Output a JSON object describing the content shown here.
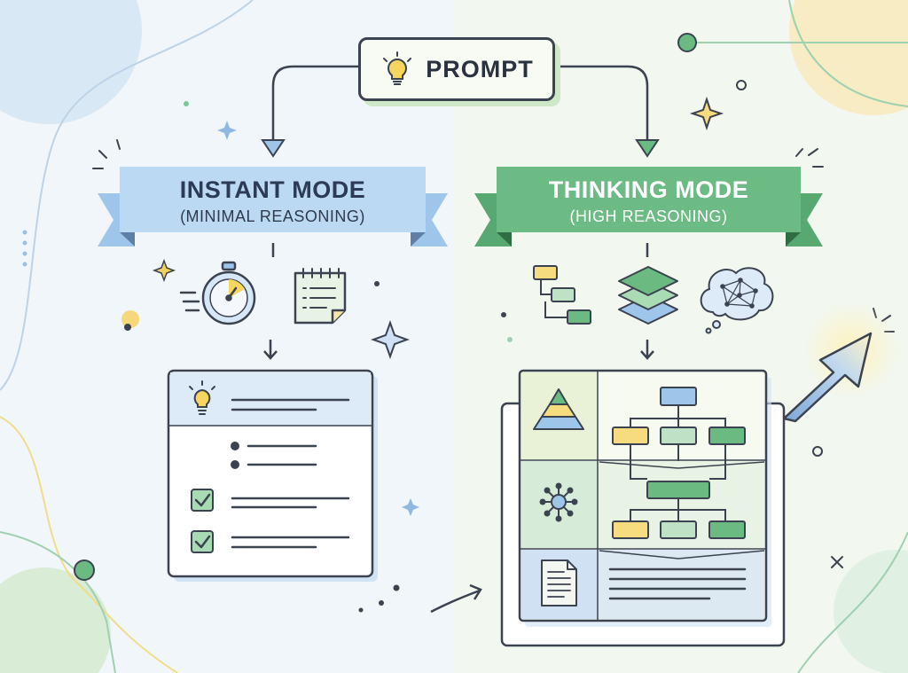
{
  "prompt": {
    "label": "PROMPT",
    "icon": "lightbulb-icon"
  },
  "instant": {
    "title": "INSTANT MODE",
    "subtitle": "(MINIMAL REASONING)",
    "icons": [
      "stopwatch-icon",
      "notepad-icon"
    ],
    "card_icons": [
      "lightbulb-icon",
      "checkbox-icon",
      "checkbox-icon"
    ]
  },
  "thinking": {
    "title": "THINKING MODE",
    "subtitle": "(HIGH REASONING)",
    "icons": [
      "flowchart-icon",
      "layers-icon",
      "thought-cloud-network-icon"
    ],
    "card_icons": [
      "pyramid-icon",
      "network-hub-icon",
      "document-icon"
    ]
  },
  "colors": {
    "instant_accent": "#a9cdf0",
    "thinking_accent": "#5fb27a",
    "outline": "#3c4350",
    "highlight_yellow": "#f6dc8f"
  }
}
